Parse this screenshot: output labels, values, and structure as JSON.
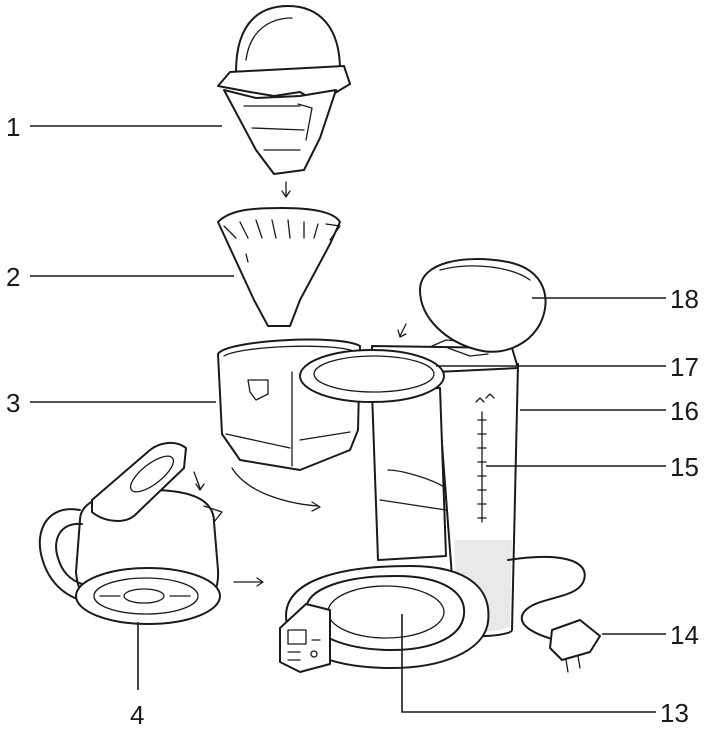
{
  "callouts": [
    {
      "id": "1",
      "text": "1"
    },
    {
      "id": "2",
      "text": "2"
    },
    {
      "id": "3",
      "text": "3"
    },
    {
      "id": "4",
      "text": "4"
    },
    {
      "id": "13",
      "text": "13"
    },
    {
      "id": "14",
      "text": "14"
    },
    {
      "id": "15",
      "text": "15"
    },
    {
      "id": "16",
      "text": "16"
    },
    {
      "id": "17",
      "text": "17"
    },
    {
      "id": "18",
      "text": "18"
    }
  ],
  "colors": {
    "ink": "#1a1a1a",
    "background": "#ffffff"
  }
}
